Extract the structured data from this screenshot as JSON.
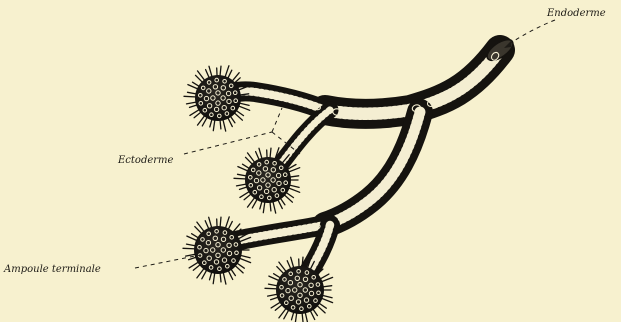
{
  "labels": {
    "endoderme": "Endoderme",
    "ectoderme": "Ectoderme",
    "ampoule": "Ampoule terminale"
  },
  "colors": {
    "background": "#f7f1cf",
    "ink": "#15130f",
    "cell": "#f4eed2"
  }
}
